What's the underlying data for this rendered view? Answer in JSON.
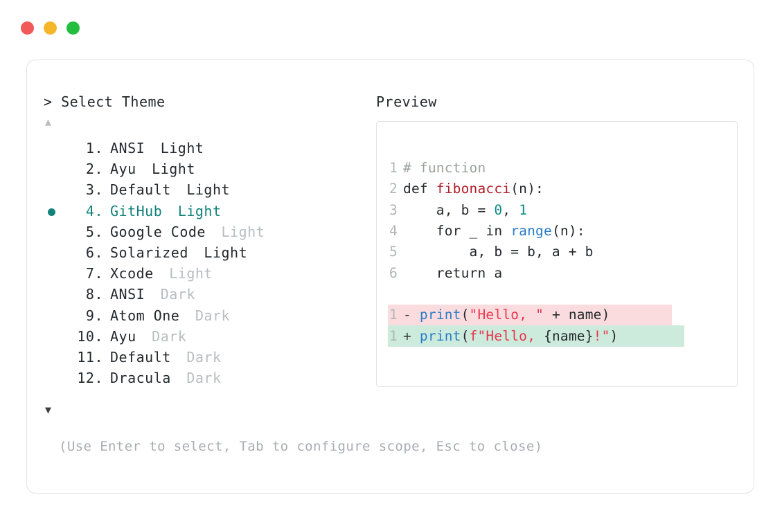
{
  "window": {
    "dots": [
      {
        "name": "close-dot",
        "color": "#f1595a"
      },
      {
        "name": "minimize-dot",
        "color": "#f5b62a"
      },
      {
        "name": "maximize-dot",
        "color": "#23bd40"
      }
    ]
  },
  "picker": {
    "prompt": "> Select Theme",
    "scroll_up_glyph": "▲",
    "scroll_down_glyph": "▼",
    "selected_index": 4,
    "selected_color": "#11827a",
    "items": [
      {
        "num": "1.",
        "name": "ANSI",
        "variant": "Light",
        "variant_dim": false,
        "selected": false
      },
      {
        "num": "2.",
        "name": "Ayu",
        "variant": "Light",
        "variant_dim": false,
        "selected": false
      },
      {
        "num": "3.",
        "name": "Default",
        "variant": "Light",
        "variant_dim": false,
        "selected": false
      },
      {
        "num": "4.",
        "name": "GitHub",
        "variant": "Light",
        "variant_dim": false,
        "selected": true
      },
      {
        "num": "5.",
        "name": "Google Code",
        "variant": "Light",
        "variant_dim": true,
        "selected": false
      },
      {
        "num": "6.",
        "name": "Solarized",
        "variant": "Light",
        "variant_dim": false,
        "selected": false
      },
      {
        "num": "7.",
        "name": "Xcode",
        "variant": "Light",
        "variant_dim": true,
        "selected": false
      },
      {
        "num": "8.",
        "name": "ANSI",
        "variant": "Dark",
        "variant_dim": true,
        "selected": false
      },
      {
        "num": "9.",
        "name": "Atom One",
        "variant": "Dark",
        "variant_dim": true,
        "selected": false
      },
      {
        "num": "10.",
        "name": "Ayu",
        "variant": "Dark",
        "variant_dim": true,
        "selected": false
      },
      {
        "num": "11.",
        "name": "Default",
        "variant": "Dark",
        "variant_dim": true,
        "selected": false
      },
      {
        "num": "12.",
        "name": "Dracula",
        "variant": "Dark",
        "variant_dim": true,
        "selected": false
      }
    ],
    "hint": "(Use Enter to select, Tab to configure scope, Esc to close)"
  },
  "preview": {
    "label": "Preview",
    "code_lines": [
      {
        "gutter": "1",
        "tokens": [
          {
            "t": "# function",
            "c": "comment"
          }
        ]
      },
      {
        "gutter": "2",
        "tokens": [
          {
            "t": "def ",
            "c": "keyword"
          },
          {
            "t": "fibonacci",
            "c": "func"
          },
          {
            "t": "(n):",
            "c": "plain"
          }
        ]
      },
      {
        "gutter": "3",
        "tokens": [
          {
            "t": "    a, b = ",
            "c": "plain"
          },
          {
            "t": "0",
            "c": "number"
          },
          {
            "t": ", ",
            "c": "plain"
          },
          {
            "t": "1",
            "c": "number"
          }
        ]
      },
      {
        "gutter": "4",
        "tokens": [
          {
            "t": "    for _ in ",
            "c": "plain"
          },
          {
            "t": "range",
            "c": "builtin"
          },
          {
            "t": "(n):",
            "c": "plain"
          }
        ]
      },
      {
        "gutter": "5",
        "tokens": [
          {
            "t": "        a, b = b, a + b",
            "c": "plain"
          }
        ]
      },
      {
        "gutter": "6",
        "tokens": [
          {
            "t": "    return a",
            "c": "plain"
          }
        ]
      }
    ],
    "diff_lines": [
      {
        "kind": "remove",
        "gutter": "1",
        "bg": "#fadcde",
        "tokens": [
          {
            "t": "- ",
            "c": "sign"
          },
          {
            "t": "print",
            "c": "builtin"
          },
          {
            "t": "(",
            "c": "plain"
          },
          {
            "t": "\"Hello, \"",
            "c": "string"
          },
          {
            "t": " + name)",
            "c": "plain"
          }
        ]
      },
      {
        "kind": "add",
        "gutter": "1",
        "bg": "#cdebdc",
        "tokens": [
          {
            "t": "+ ",
            "c": "sign"
          },
          {
            "t": "print",
            "c": "builtin"
          },
          {
            "t": "(",
            "c": "plain"
          },
          {
            "t": "f\"Hello, ",
            "c": "string"
          },
          {
            "t": "{name}",
            "c": "plain"
          },
          {
            "t": "!\"",
            "c": "string"
          },
          {
            "t": ")",
            "c": "plain"
          }
        ]
      }
    ]
  }
}
